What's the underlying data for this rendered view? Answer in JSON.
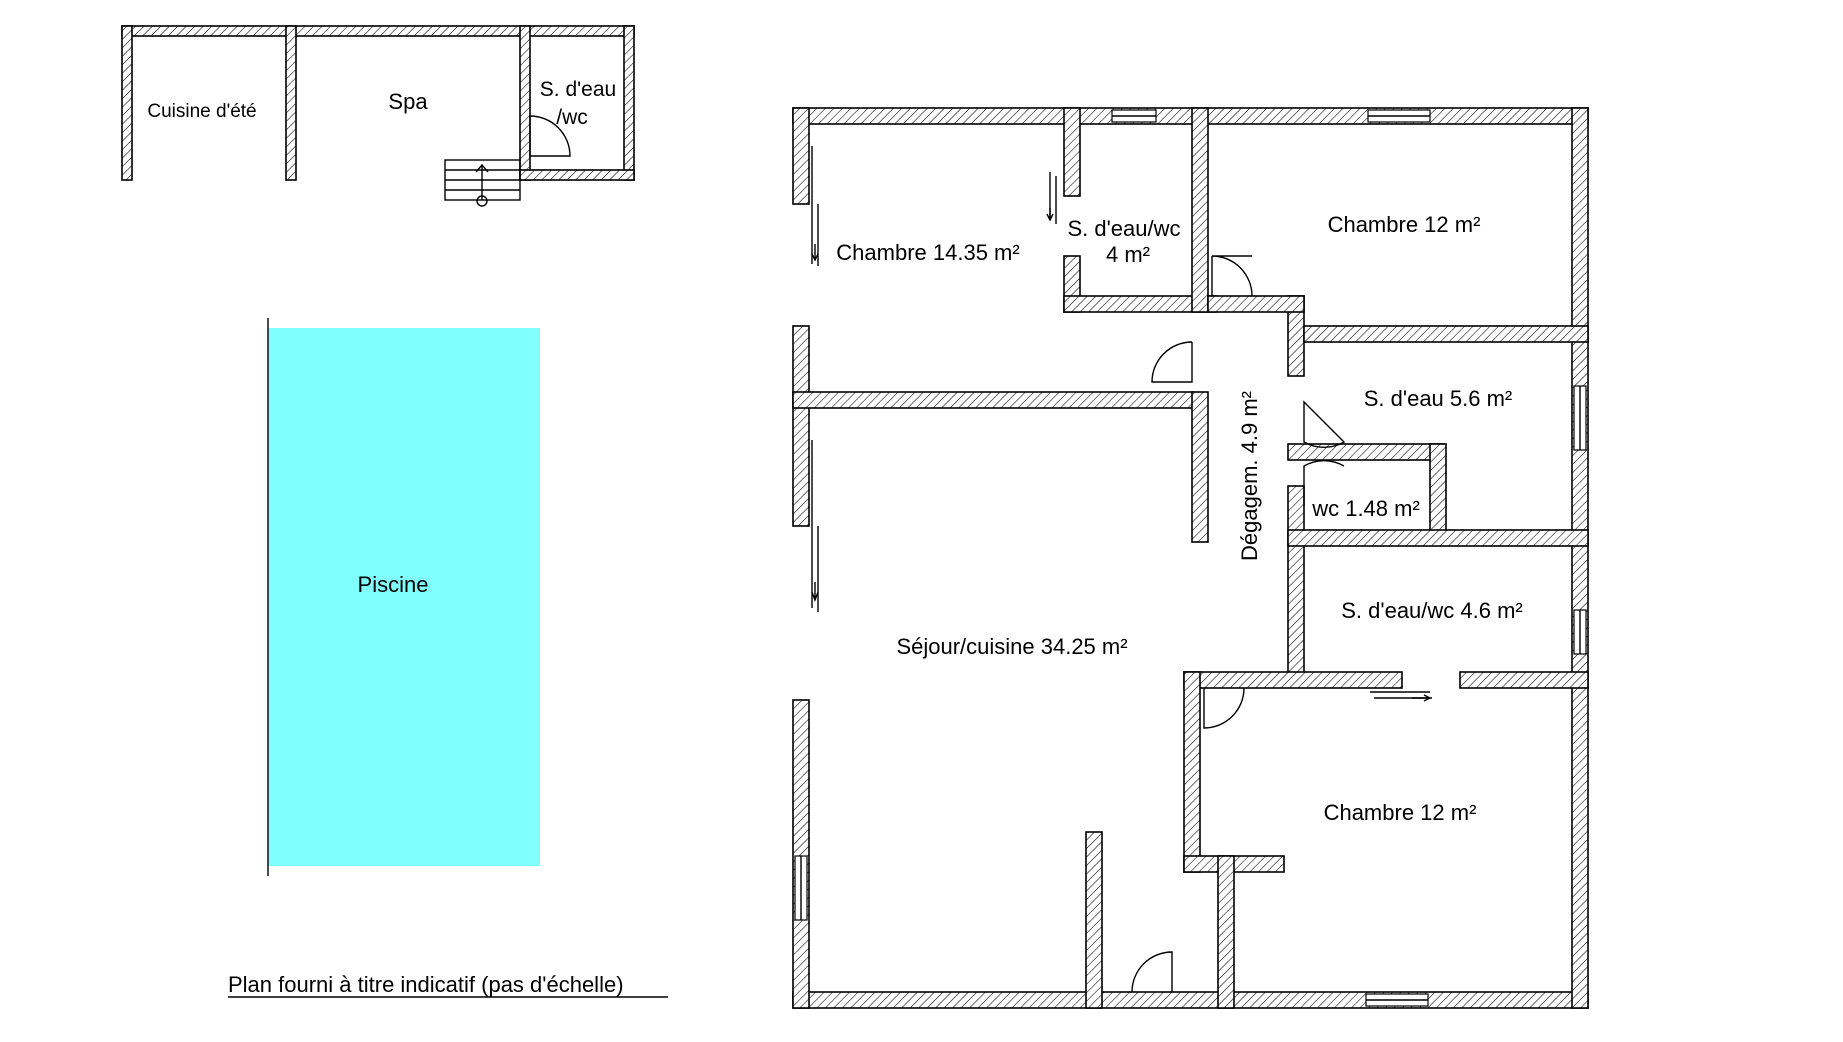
{
  "colors": {
    "pool": "#80ffff",
    "wall_hatch": "#000000",
    "background": "#ffffff"
  },
  "annex": {
    "cuisine_ete": "Cuisine d'été",
    "spa": "Spa",
    "sdeau_line1": "S. d'eau",
    "sdeau_line2": "/wc"
  },
  "pool": {
    "label": "Piscine"
  },
  "rooms": {
    "chambre_1": "Chambre 14.35 m²",
    "sdeau_wc_1_line1": "S. d'eau/wc",
    "sdeau_wc_1_line2": "4 m²",
    "chambre_2": "Chambre 12 m²",
    "degagement": "Dégagem. 4.9 m²",
    "sdeau_2": "S. d'eau 5.6 m²",
    "wc": "wc 1.48 m²",
    "sdeau_wc_2": "S. d'eau/wc 4.6 m²",
    "sejour": "Séjour/cuisine 34.25 m²",
    "chambre_3": "Chambre 12 m²"
  },
  "note": "Plan fourni à titre indicatif (pas d'échelle)"
}
